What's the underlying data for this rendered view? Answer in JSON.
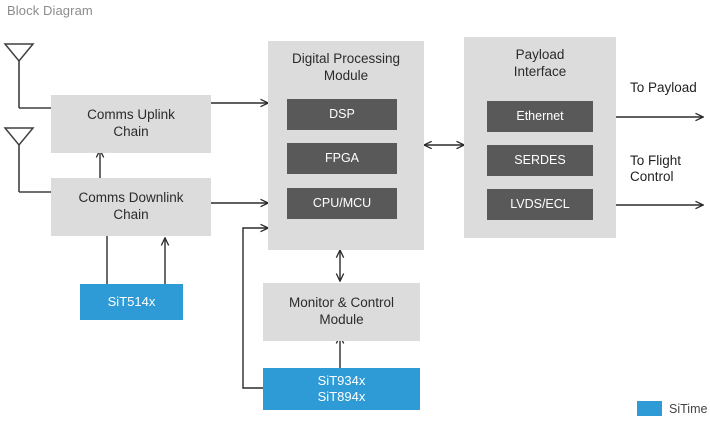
{
  "title": "Block Diagram",
  "colors": {
    "block_gray": "#dcdcdc",
    "block_dark": "#595959",
    "sitime_blue": "#2e9bd6",
    "line": "#3f3f3f",
    "title_text": "#8c8c8c"
  },
  "antennas": [
    {
      "name": "uplink-antenna"
    },
    {
      "name": "downlink-antenna"
    }
  ],
  "comms": {
    "uplink": {
      "line1": "Comms Uplink",
      "line2": "Chain"
    },
    "downlink": {
      "line1": "Comms Downlink",
      "line2": "Chain"
    }
  },
  "digital_processing": {
    "title_line1": "Digital Processing",
    "title_line2": "Module",
    "blocks": [
      {
        "label": "DSP"
      },
      {
        "label": "FPGA"
      },
      {
        "label": "CPU/MCU"
      }
    ]
  },
  "payload_interface": {
    "title_line1": "Payload",
    "title_line2": "Interface",
    "blocks": [
      {
        "label": "Ethernet"
      },
      {
        "label": "SERDES"
      },
      {
        "label": "LVDS/ECL"
      }
    ]
  },
  "monitor_control": {
    "line1": "Monitor & Control",
    "line2": "Module"
  },
  "sitime_parts": [
    {
      "id": "sit514x",
      "lines": [
        "SiT514x"
      ]
    },
    {
      "id": "sit934x-894x",
      "lines": [
        "SiT934x",
        "SiT894x"
      ]
    }
  ],
  "outputs": [
    {
      "id": "to-payload",
      "label": "To Payload"
    },
    {
      "id": "to-flight-control",
      "label": "To Flight\nControl"
    }
  ],
  "legend": {
    "label": "SiTime"
  }
}
